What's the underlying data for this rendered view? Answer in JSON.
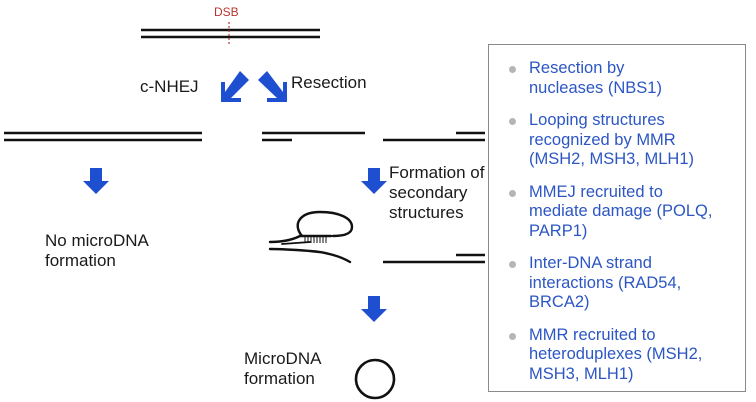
{
  "labels": {
    "dsb": "DSB",
    "cnhej": "c-NHEJ",
    "resection": "Resection",
    "no_microdna": "No microDNA\nformation",
    "secondary": "Formation of\nsecondary\nstructures",
    "microdna": "MicroDNA\nformation"
  },
  "factors": [
    "Resection by nucleases (NBS1)",
    "Looping structures recognized by MMR (MSH2, MSH3, MLH1)",
    "MMEJ recruited to mediate damage (POLQ, PARP1)",
    "Inter-DNA strand interactions (RAD54, BRCA2)",
    "MMR recruited to heteroduplexes (MSH2, MSH3, MLH1)"
  ],
  "colors": {
    "arrow": "#1f4fd1",
    "factor_text": "#2c56c4",
    "dsb_marker": "#b8352f",
    "dna": "#111111"
  }
}
